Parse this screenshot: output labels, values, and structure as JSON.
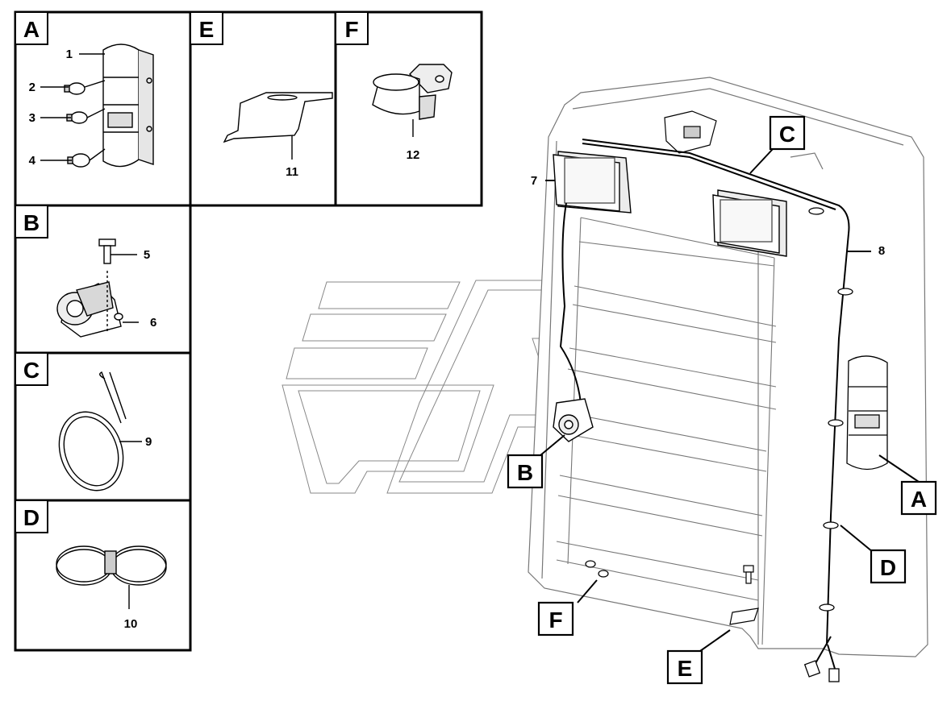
{
  "panels": {
    "A": {
      "letter": "A",
      "parts": [
        "1",
        "2",
        "3",
        "4"
      ]
    },
    "B": {
      "letter": "B",
      "parts": [
        "5",
        "6"
      ]
    },
    "C": {
      "letter": "C",
      "parts": [
        "9"
      ]
    },
    "D": {
      "letter": "D",
      "parts": [
        "10"
      ]
    },
    "E": {
      "letter": "E",
      "parts": [
        "11"
      ]
    },
    "F": {
      "letter": "F",
      "parts": [
        "12"
      ]
    }
  },
  "main": {
    "callouts": [
      "A",
      "B",
      "C",
      "D",
      "E",
      "F"
    ],
    "parts": [
      "7",
      "8"
    ]
  }
}
